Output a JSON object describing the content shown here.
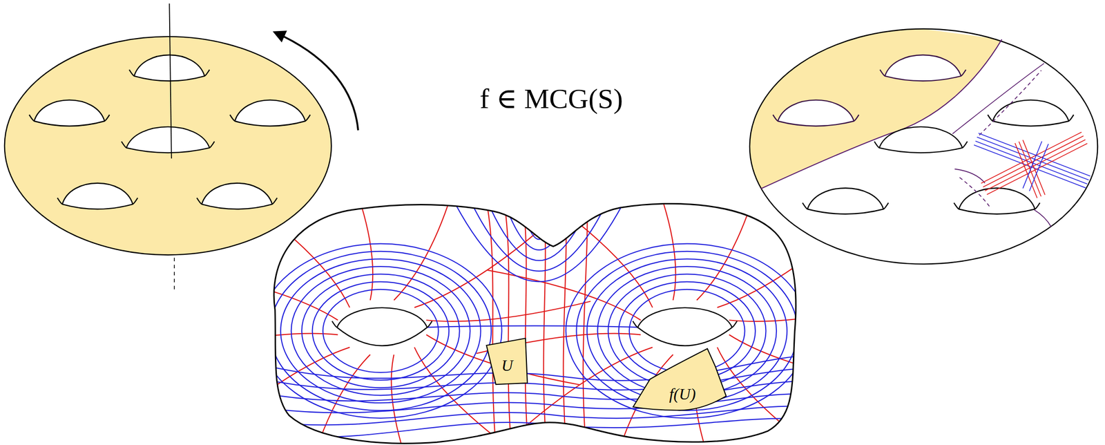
{
  "diagram": {
    "nodes": [
      {
        "text": [
          "U"
        ]
      },
      {
        "text": [
          "f(U)"
        ]
      }
    ],
    "labels": [
      "f ∈ MCG(S)"
    ]
  }
}
